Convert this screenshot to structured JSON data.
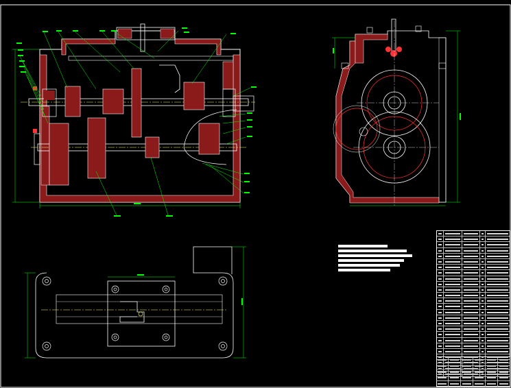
{
  "drawing": {
    "frame_color": "#ffffff",
    "section_color": "#b22222",
    "centerline_color": "#ffff66",
    "leader_color": "#00ff00",
    "dimension_color": "#00ff00",
    "highlight_color": "#ff3333"
  },
  "views": [
    {
      "id": "front-section",
      "name": "front-section-view"
    },
    {
      "id": "side-view",
      "name": "side-view"
    },
    {
      "id": "top-view",
      "name": "top-view"
    }
  ],
  "notes": {
    "lines": [
      "",
      "",
      "",
      "",
      "",
      ""
    ]
  },
  "bom": {
    "rows": 26
  },
  "title_block": {
    "rows": 5
  }
}
